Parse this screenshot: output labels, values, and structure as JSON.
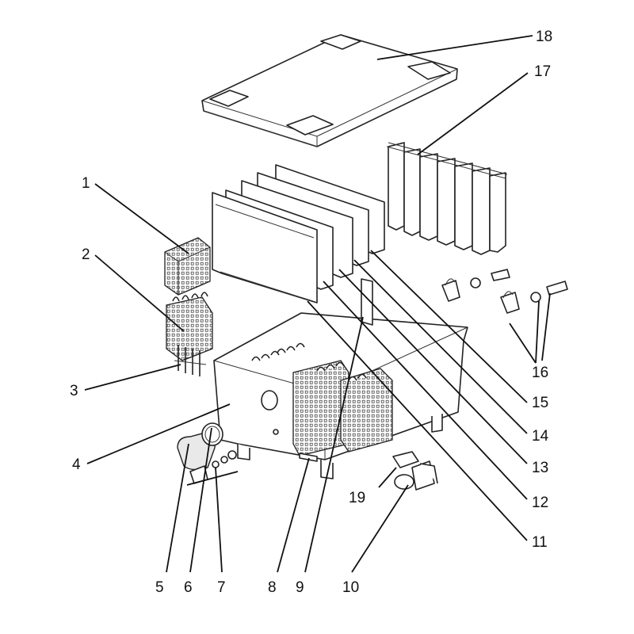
{
  "diagram": {
    "callouts": [
      {
        "id": "1",
        "label": "1"
      },
      {
        "id": "2",
        "label": "2"
      },
      {
        "id": "3",
        "label": "3"
      },
      {
        "id": "4",
        "label": "4"
      },
      {
        "id": "5",
        "label": "5"
      },
      {
        "id": "6",
        "label": "6"
      },
      {
        "id": "7",
        "label": "7"
      },
      {
        "id": "8",
        "label": "8"
      },
      {
        "id": "9",
        "label": "9"
      },
      {
        "id": "10",
        "label": "10"
      },
      {
        "id": "11",
        "label": "11"
      },
      {
        "id": "12",
        "label": "12"
      },
      {
        "id": "13",
        "label": "13"
      },
      {
        "id": "14",
        "label": "14"
      },
      {
        "id": "15",
        "label": "15"
      },
      {
        "id": "16",
        "label": "16"
      },
      {
        "id": "17",
        "label": "17"
      },
      {
        "id": "18",
        "label": "18"
      },
      {
        "id": "19",
        "label": "19"
      }
    ]
  },
  "colors": {
    "line": "#222222",
    "background": "#ffffff",
    "fill": "#e9e9e9"
  }
}
